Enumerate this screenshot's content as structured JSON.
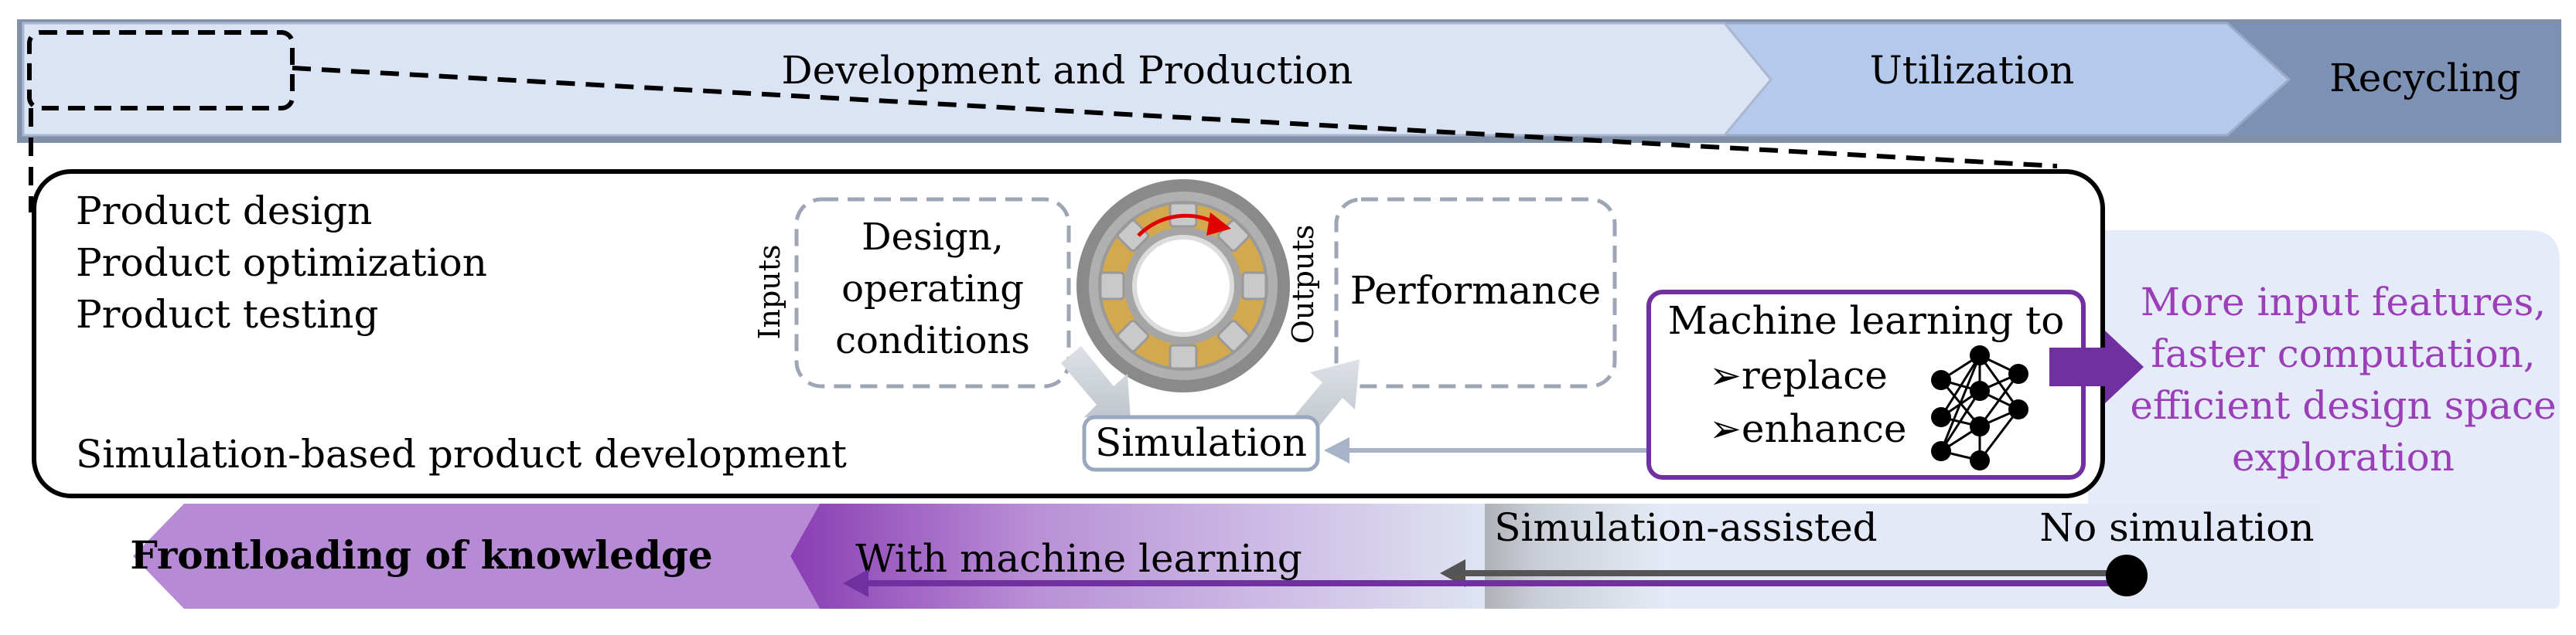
{
  "lifecycle": {
    "phase1": "Development and Production",
    "phase2": "Utilization",
    "phase3": "Recycling"
  },
  "tasks": {
    "item1": "Product design",
    "item2": "Product optimization",
    "item3": "Product testing"
  },
  "footer_label": "Simulation-based product development",
  "simulation": {
    "inputs_label": "Inputs",
    "inputs_text": [
      "Design,",
      "operating",
      "conditions"
    ],
    "outputs_label": "Outputs",
    "outputs_text": "Performance",
    "box_label": "Simulation"
  },
  "ml": {
    "title": "Machine learning to",
    "item1": "➢replace",
    "item2": "➢enhance"
  },
  "benefits": [
    "More input features,",
    "faster computation,",
    "efficient design space",
    "exploration"
  ],
  "timeline": {
    "frontloading": "Frontloading of knowledge",
    "with_ml": "With machine learning",
    "sim_assisted": "Simulation-assisted",
    "no_sim": "No simulation"
  },
  "colors": {
    "purple": "#7030a0",
    "benefit_text": "#9a3fb8",
    "bar_light": "#dbe4f5",
    "bar_mid": "#b4c9ec",
    "bar_dark": "#8497b8",
    "bearing_gold": "#d9b25c",
    "red_arrow": "#e00000"
  }
}
